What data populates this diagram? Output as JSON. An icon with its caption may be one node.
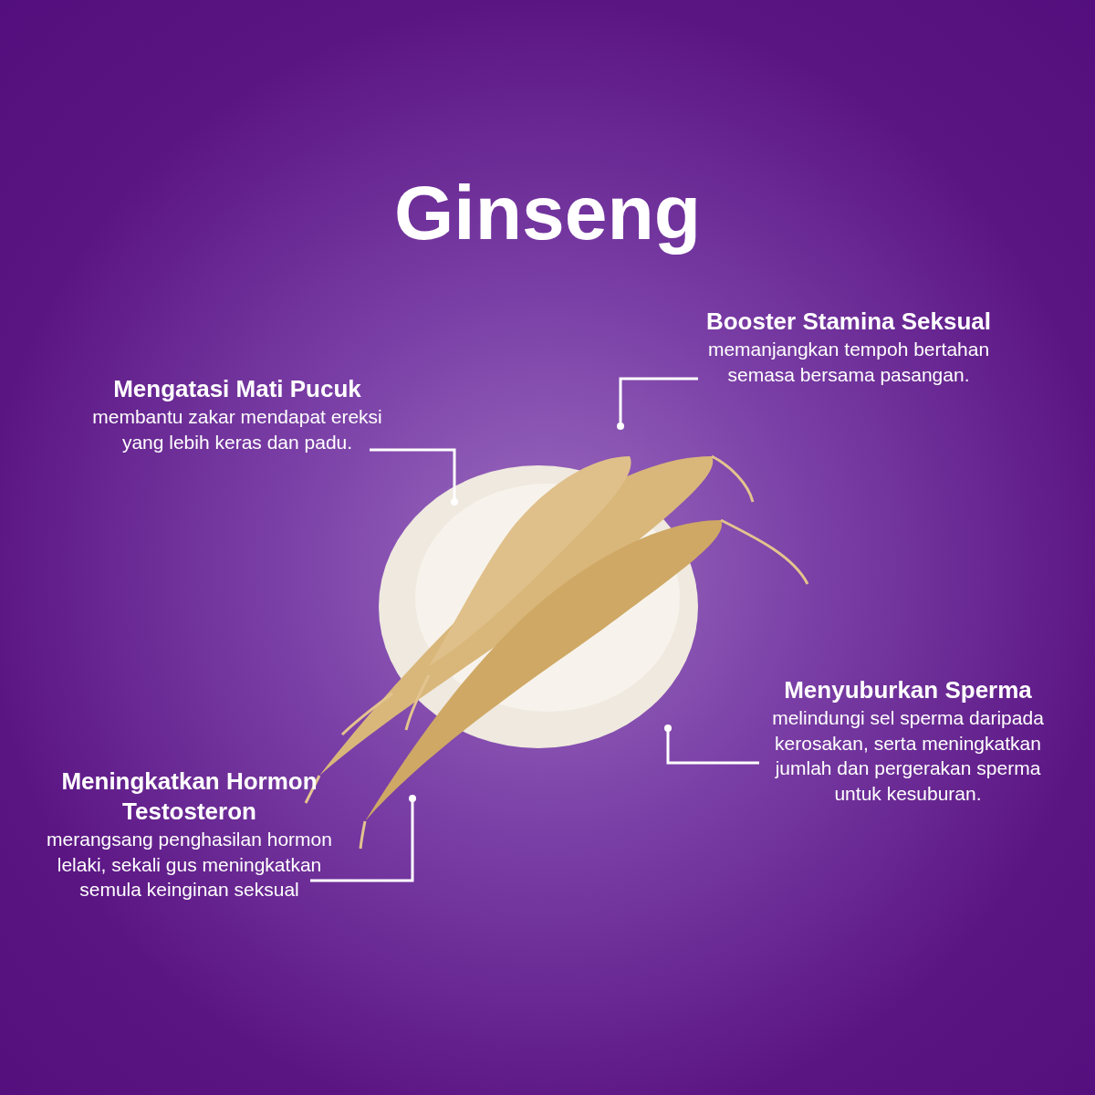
{
  "diagram": {
    "title": "Ginseng",
    "nodes": [
      {
        "text": [
          "Booster Stamina Seksual",
          "memanjangkan tempoh bertahan semasa bersama pasangan."
        ]
      },
      {
        "text": [
          "Mengatasi Mati Pucuk",
          "membantu zakar mendapat ereksi yang lebih keras dan padu."
        ]
      },
      {
        "text": [
          "Menyuburkan Sperma",
          "melindungi sel sperma daripada kerosakan, serta meningkatkan jumlah dan pergerakan sperma untuk kesuburan."
        ]
      },
      {
        "text": [
          "Meningkatkan Hormon Testosteron",
          "merangsang penghasilan hormon lelaki, sekali gus meningkatkan semula keinginan seksual"
        ]
      }
    ],
    "edges": [
      {
        "from": 0,
        "to": null,
        "arrow": "other"
      },
      {
        "from": 1,
        "to": null,
        "arrow": "other"
      },
      {
        "from": 2,
        "to": null,
        "arrow": "other"
      },
      {
        "from": 3,
        "to": null,
        "arrow": "other"
      }
    ]
  }
}
